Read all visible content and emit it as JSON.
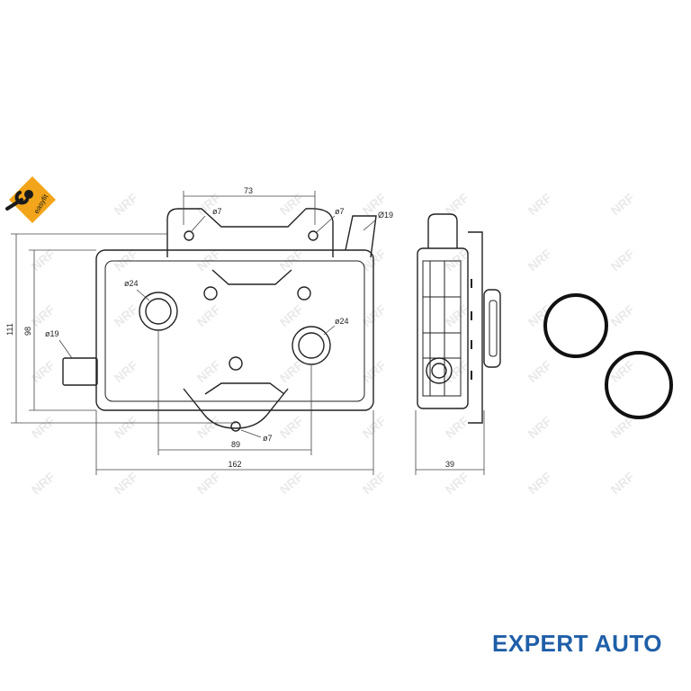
{
  "logo": {
    "text": "easyfit",
    "color": "#f2a51a"
  },
  "watermark": {
    "text": "NRF",
    "color": "#e6e6e6"
  },
  "dimensions": {
    "top_width": "73",
    "hole_top_left": "ø7",
    "hole_top_right": "ø7",
    "outlet_top": "Ø19",
    "port_left": "ø24",
    "port_right": "ø24",
    "port_side": "ø19",
    "overall_height": "111",
    "inner_height": "98",
    "port_spacing": "89",
    "hole_bottom": "ø7",
    "overall_width": "162",
    "depth": "39"
  },
  "brand": {
    "text": "EXPERT AUTO",
    "color": "#1f5fa8"
  },
  "seal_color": "#111111",
  "line_color": "#222222"
}
